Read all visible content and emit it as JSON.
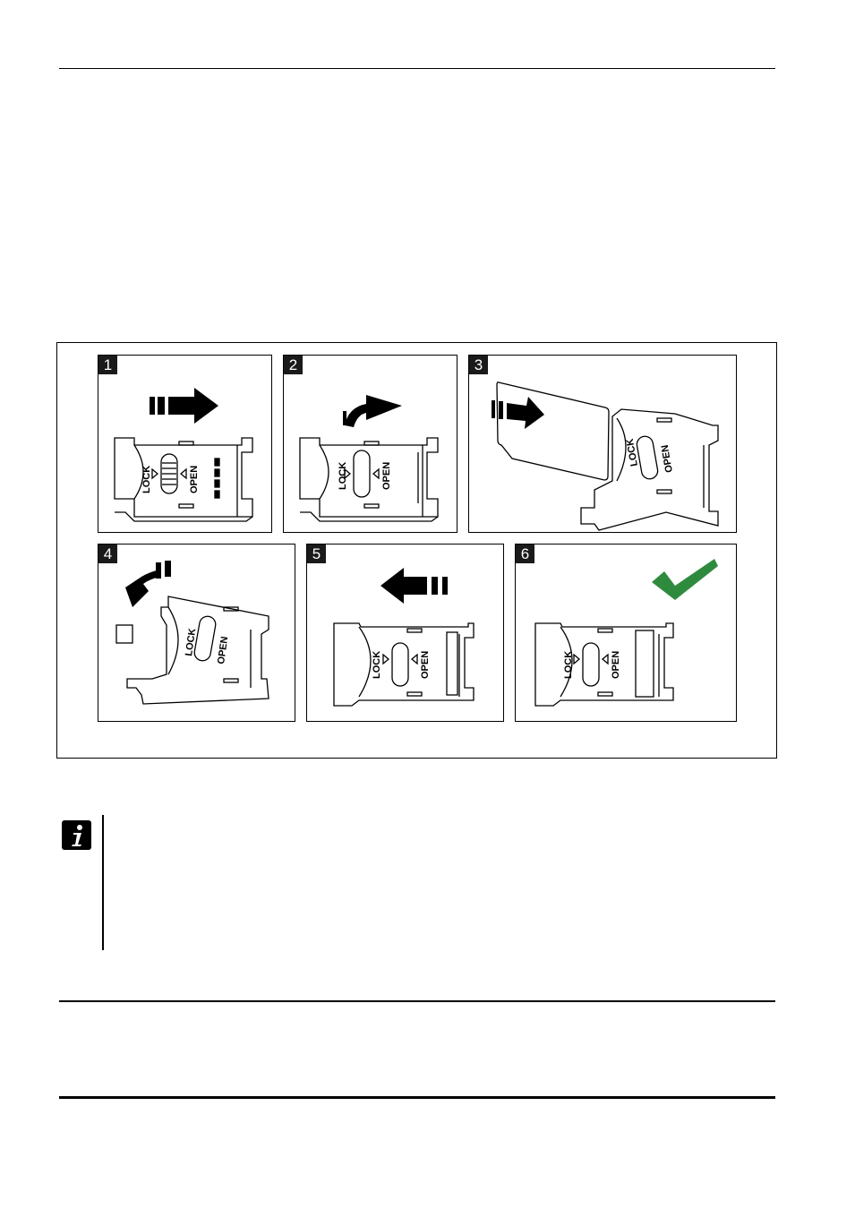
{
  "figure": {
    "panels": [
      {
        "number": "1",
        "lock": "LOCK",
        "open": "OPEN"
      },
      {
        "number": "2",
        "lock": "LOCK",
        "open": "OPEN"
      },
      {
        "number": "3",
        "lock": "LOCK",
        "open": "OPEN"
      },
      {
        "number": "4",
        "lock": "LOCK",
        "open": "OPEN"
      },
      {
        "number": "5",
        "lock": "LOCK",
        "open": "OPEN"
      },
      {
        "number": "6",
        "lock": "LOCK",
        "open": "OPEN"
      }
    ],
    "checkmark_color": "#2e8b3e"
  },
  "note": {
    "icon": "info-icon"
  }
}
